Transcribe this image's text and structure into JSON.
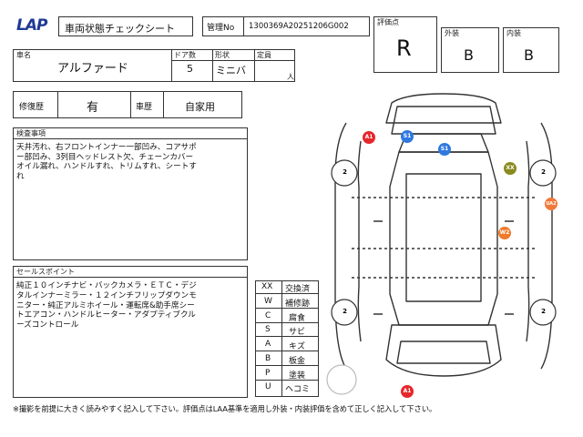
{
  "header": {
    "logo_text": "LAP",
    "sheet_title": "車両状態チェックシート",
    "control_no_label": "管理No",
    "control_no": "1300369A20251206G002"
  },
  "grades": {
    "overall_label": "評価点",
    "overall": "R",
    "exterior_label": "外装",
    "exterior": "B",
    "interior_label": "内装",
    "interior": "B"
  },
  "vehicle": {
    "name_label": "車名",
    "name": "アルファード",
    "doors_label": "ドア数",
    "doors": "5",
    "shape_label": "形状",
    "shape": "ミニバ",
    "capacity_label": "定員",
    "capacity_unit": "人"
  },
  "history": {
    "repair_label": "修復歴",
    "repair_value": "有",
    "usage_label": "車歴",
    "usage_value": "自家用"
  },
  "inspection": {
    "label": "検査事項",
    "lines": [
      "天井汚れ、右フロントインナー一部凹み、コアサポ",
      "ー部凹み、3列目ヘッドレスト欠、チェーンカバー",
      "オイル漏れ、ハンドルすれ、トリムすれ、シートす",
      "れ"
    ]
  },
  "sales_points": {
    "label": "セールスポイント",
    "lines": [
      "純正１０インチナビ・バックカメラ・ＥＴＣ・デジ",
      "タルインナーミラー・１２インチフリップダウンモ",
      "ニター・純正アルミホイール・運転席&助手席シー",
      "トエアコン・ハンドルヒーター・アダプティブクル",
      "ーズコントロール"
    ]
  },
  "legend": [
    {
      "code": "XX",
      "meaning": "交換済"
    },
    {
      "code": "W",
      "meaning": "補修跡"
    },
    {
      "code": "C",
      "meaning": "腐食"
    },
    {
      "code": "S",
      "meaning": "サビ"
    },
    {
      "code": "A",
      "meaning": "キズ"
    },
    {
      "code": "B",
      "meaning": "板金"
    },
    {
      "code": "P",
      "meaning": "塗装"
    },
    {
      "code": "U",
      "meaning": "ヘコミ"
    }
  ],
  "damage_markers": [
    {
      "code": "A1",
      "color": "#e5272b"
    },
    {
      "code": "S1",
      "color": "#2f78e0"
    },
    {
      "code": "S1",
      "color": "#2f78e0"
    },
    {
      "code": "XX",
      "color": "#8a8a1e"
    },
    {
      "code": "UA2",
      "color": "#f07a3a"
    },
    {
      "code": "W2",
      "color": "#ef7a2a"
    },
    {
      "code": "A1",
      "color": "#e5272b"
    }
  ],
  "tires": [
    "2",
    "2",
    "2",
    "2"
  ],
  "footer_note": "※撮影を前提に大きく読みやすく記入して下さい。評価点はLAA基準を適用し外装・内装評価を含めて正しく記入して下さい。"
}
